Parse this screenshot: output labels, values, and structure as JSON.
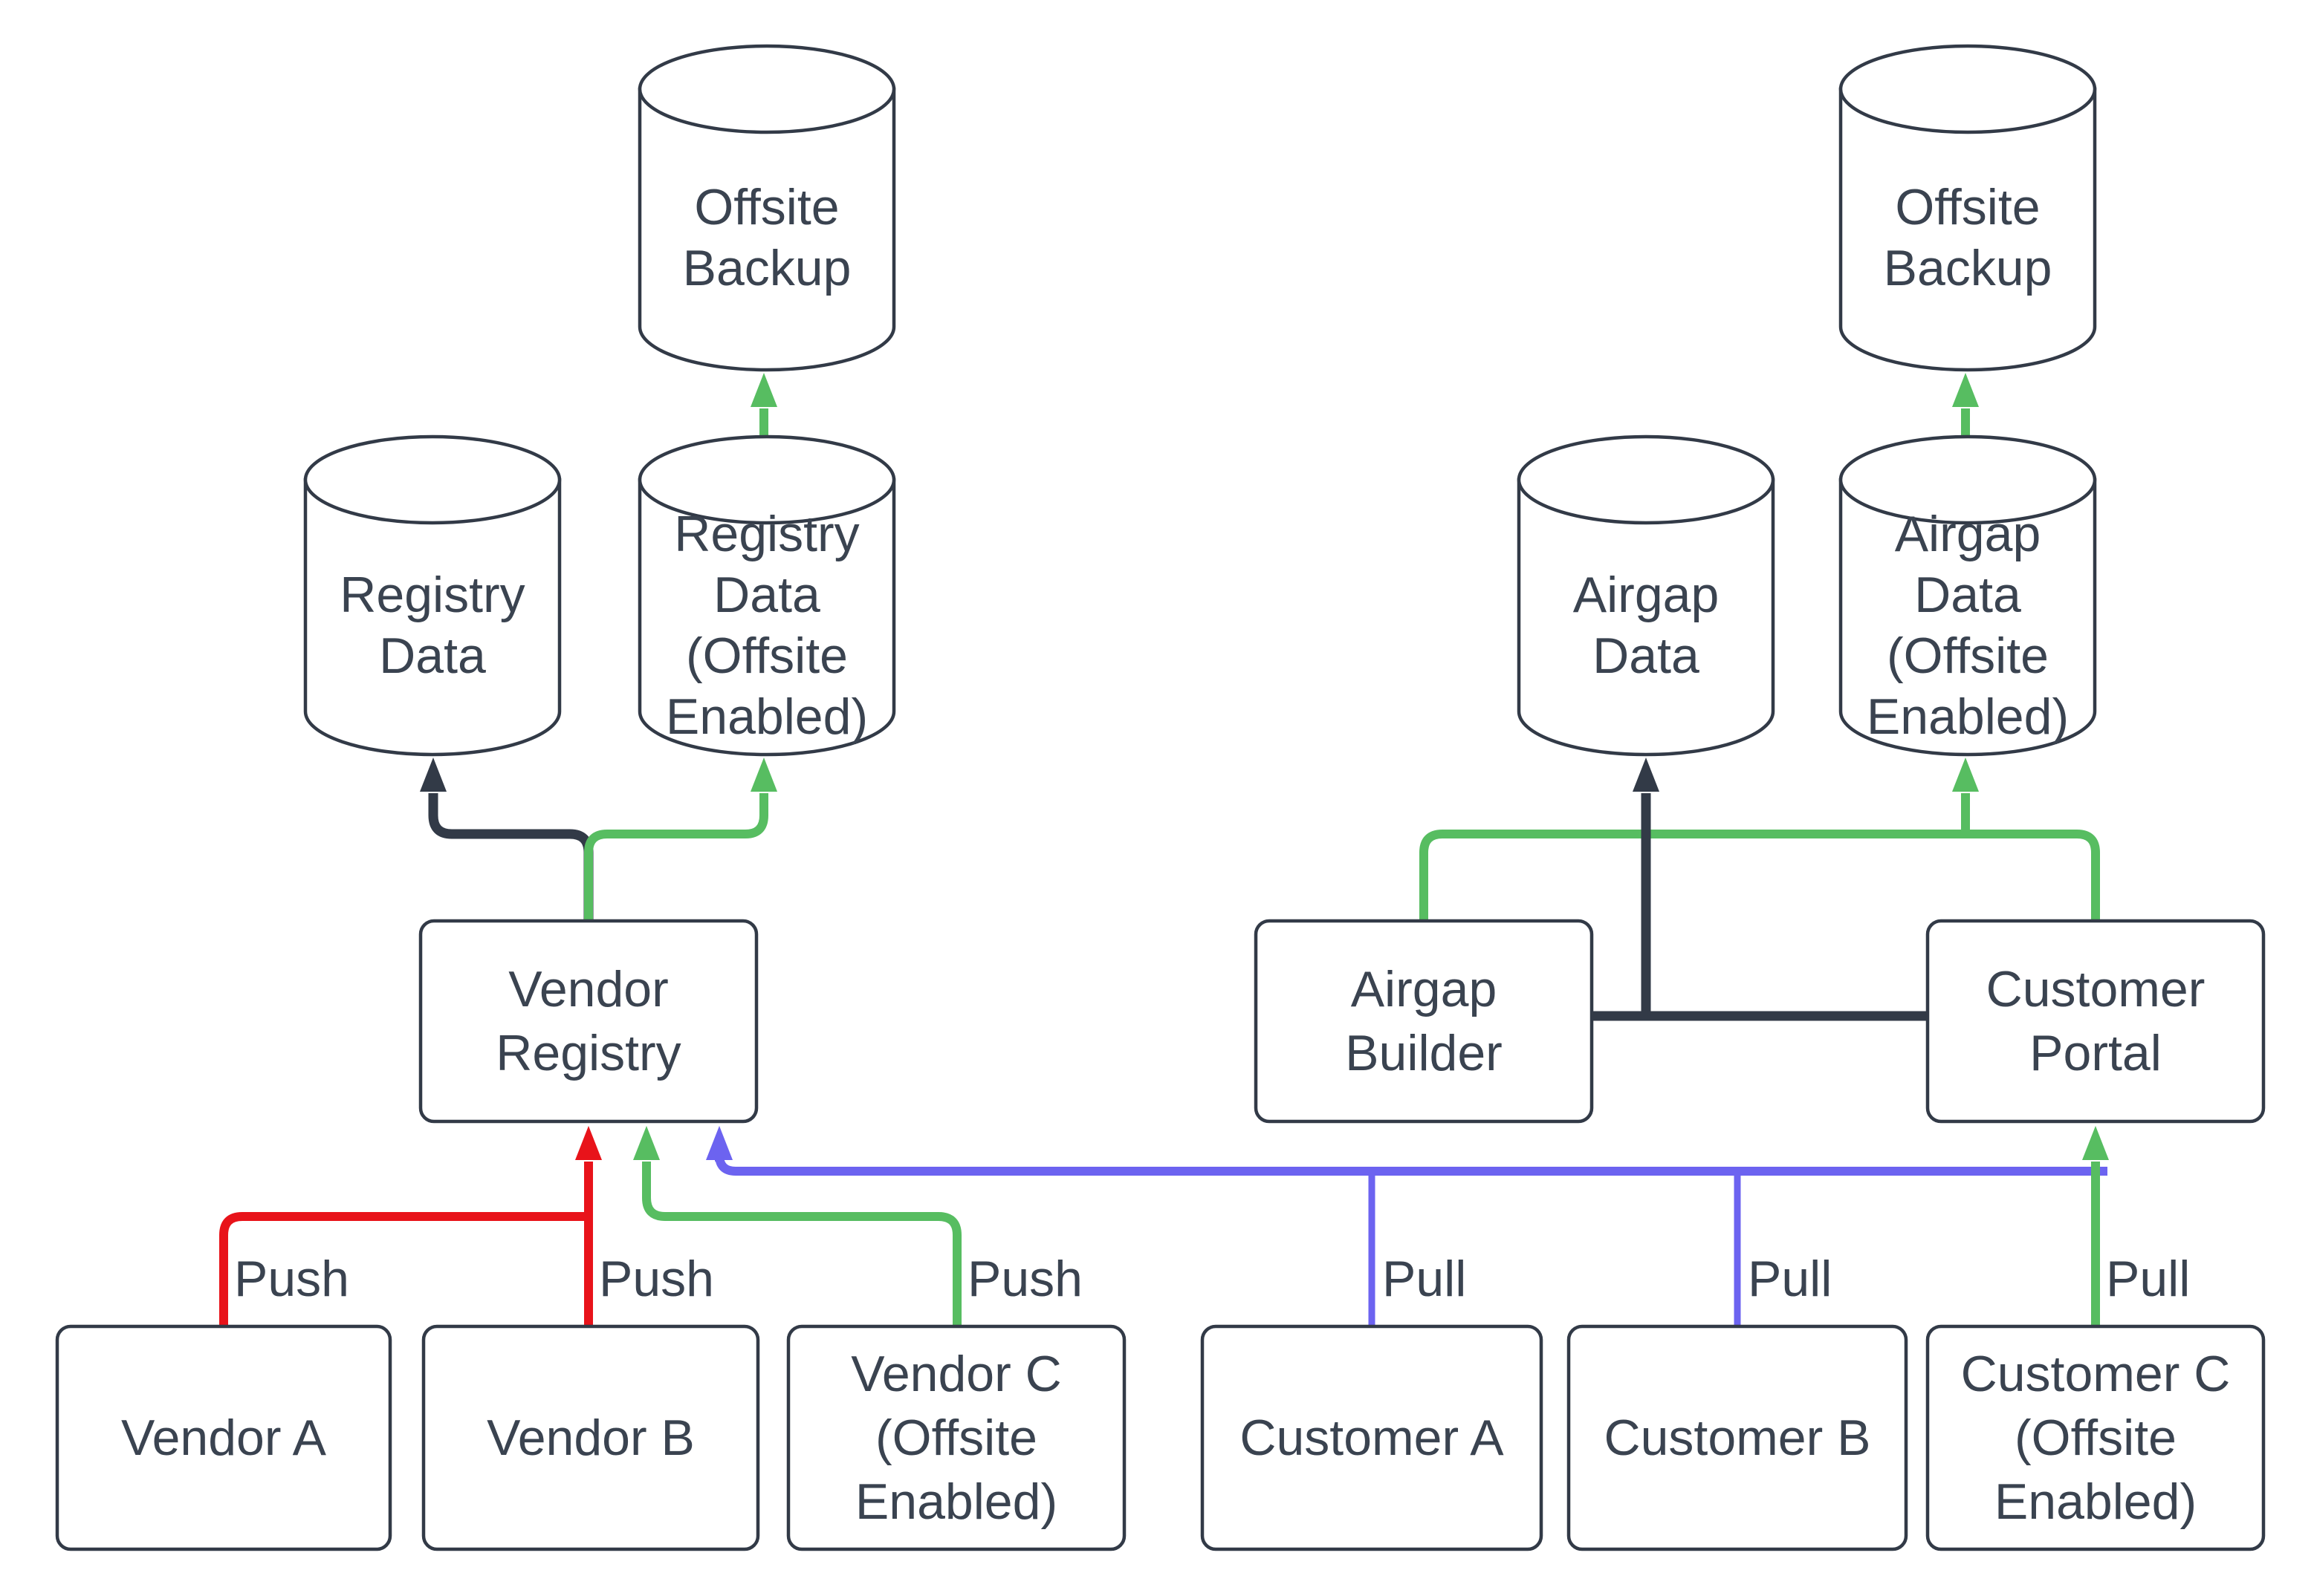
{
  "diagram_type": "flowchart",
  "nodes": {
    "offsite_backup_left": {
      "label": "Offsite\nBackup",
      "shape": "cylinder"
    },
    "registry_data": {
      "label": "Registry\nData",
      "shape": "cylinder"
    },
    "registry_data_offsite": {
      "label": "Registry\nData\n(Offsite\nEnabled)",
      "shape": "cylinder"
    },
    "offsite_backup_right": {
      "label": "Offsite\nBackup",
      "shape": "cylinder"
    },
    "airgap_data": {
      "label": "Airgap\nData",
      "shape": "cylinder"
    },
    "airgap_data_offsite": {
      "label": "Airgap\nData\n(Offsite\nEnabled)",
      "shape": "cylinder"
    },
    "vendor_registry": {
      "label": "Vendor\nRegistry",
      "shape": "rectangle"
    },
    "airgap_builder": {
      "label": "Airgap\nBuilder",
      "shape": "rectangle"
    },
    "customer_portal": {
      "label": "Customer\nPortal",
      "shape": "rectangle"
    },
    "vendor_a": {
      "label": "Vendor A",
      "shape": "rectangle"
    },
    "vendor_b": {
      "label": "Vendor B",
      "shape": "rectangle"
    },
    "vendor_c": {
      "label": "Vendor C\n(Offsite\nEnabled)",
      "shape": "rectangle"
    },
    "customer_a": {
      "label": "Customer A",
      "shape": "rectangle"
    },
    "customer_b": {
      "label": "Customer B",
      "shape": "rectangle"
    },
    "customer_c": {
      "label": "Customer C\n(Offsite\nEnabled)",
      "shape": "rectangle"
    }
  },
  "edge_labels": {
    "vendor_a_push": "Push",
    "vendor_b_push": "Push",
    "vendor_c_push": "Push",
    "customer_a_pull": "Pull",
    "customer_b_pull": "Pull",
    "customer_c_pull": "Pull"
  },
  "edges": [
    {
      "from": "vendor_a",
      "to": "vendor_registry",
      "label": "Push",
      "color": "#e8131a"
    },
    {
      "from": "vendor_b",
      "to": "vendor_registry",
      "label": "Push",
      "color": "#e8131a"
    },
    {
      "from": "vendor_c",
      "to": "vendor_registry",
      "label": "Push",
      "color": "#57bd61"
    },
    {
      "from": "customer_a",
      "to": "vendor_registry",
      "label": "Pull",
      "color": "#6c63f0"
    },
    {
      "from": "customer_b",
      "to": "vendor_registry",
      "label": "Pull",
      "color": "#6c63f0"
    },
    {
      "from": "customer_c",
      "to": "customer_portal",
      "label": "Pull",
      "color": "#57bd61"
    },
    {
      "from": "vendor_registry",
      "to": "registry_data",
      "color": "#323a47"
    },
    {
      "from": "vendor_registry",
      "to": "registry_data_offsite",
      "color": "#57bd61"
    },
    {
      "from": "registry_data_offsite",
      "to": "offsite_backup_left",
      "color": "#57bd61"
    },
    {
      "from": "airgap_builder",
      "to": "airgap_data_offsite",
      "color": "#57bd61"
    },
    {
      "from": "customer_portal",
      "to": "airgap_data_offsite",
      "color": "#57bd61"
    },
    {
      "from": "airgap_builder",
      "to": "airgap_data",
      "color": "#323a47"
    },
    {
      "from": "customer_portal",
      "to": "airgap_data",
      "color": "#323a47"
    },
    {
      "from": "airgap_data_offsite",
      "to": "offsite_backup_right",
      "color": "#57bd61"
    }
  ],
  "colors": {
    "outline": "#323a47",
    "text": "#3a4350",
    "push_standard": "#e8131a",
    "offsite_flow": "#57bd61",
    "pull_standard": "#6c63f0",
    "background": "#ffffff"
  }
}
